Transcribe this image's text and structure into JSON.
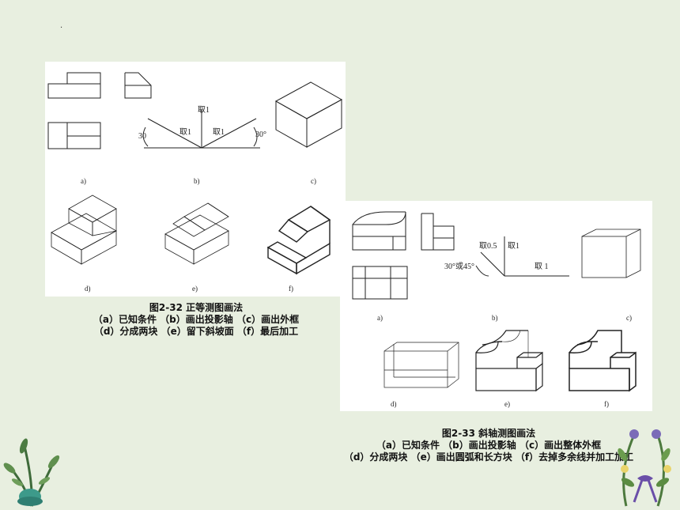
{
  "slide": {
    "dot": "·"
  },
  "figure_232": {
    "sublabels": [
      "a)",
      "b)",
      "c)",
      "d)",
      "e)",
      "f)"
    ],
    "axis_labels": {
      "take1_top": "取1",
      "take1_left": "取1",
      "take1_right": "取1",
      "angle_left": "30",
      "angle_right": "30°"
    },
    "caption": {
      "title": "图2-32  正等测图画法",
      "line1": "（a）已知条件 （b）画出投影轴 （c）画出外框",
      "line2": "（d）分成两块 （e）留下斜坡面 （f）最后加工"
    }
  },
  "figure_233": {
    "sublabels": [
      "a)",
      "b)",
      "c)",
      "d)",
      "e)",
      "f)"
    ],
    "axis_labels": {
      "take05": "取0.5",
      "take1_top": "取1",
      "take1_right": "取 1",
      "angle": "30°或45°"
    },
    "caption": {
      "title": "图2-33  斜轴测图画法",
      "line1": "（a）已知条件 （b）画出投影轴 （c）画出整体外框",
      "line2": "（d）分成两块 （e）画出圆弧和长方块 （f）去掉多余线并加工加工"
    }
  }
}
